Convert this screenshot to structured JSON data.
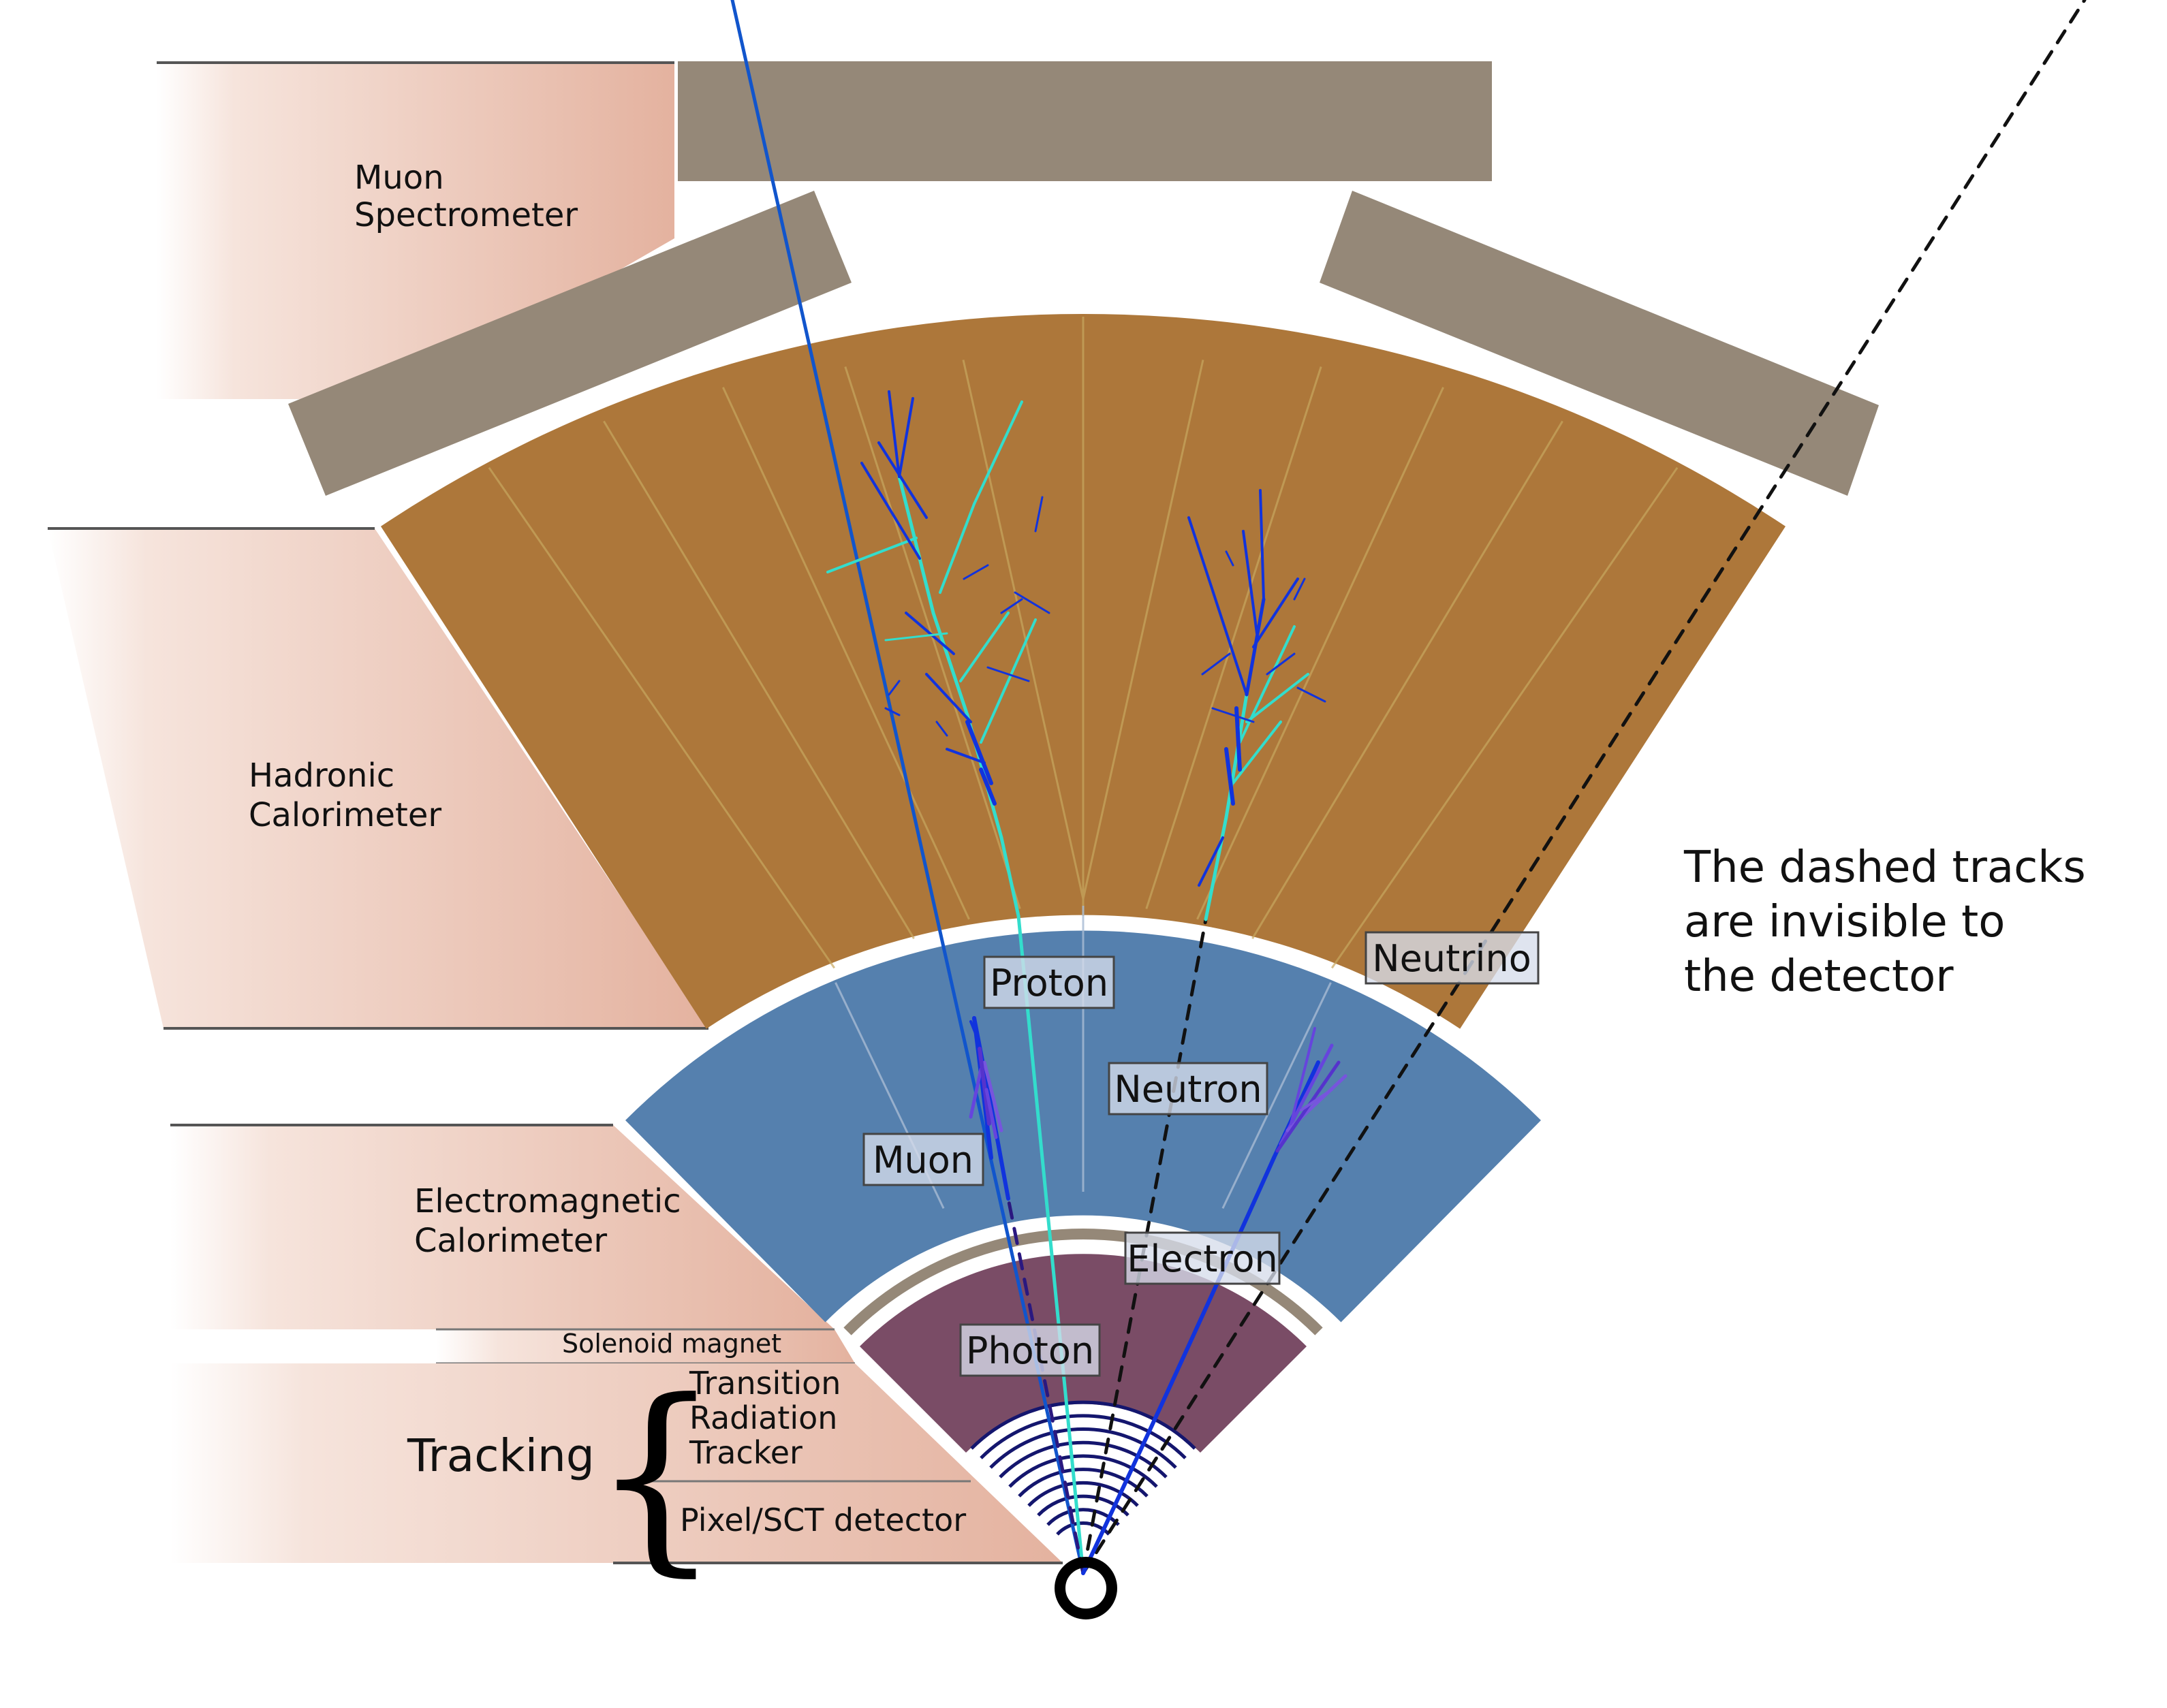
{
  "layers": {
    "muon_spectrometer": [
      "Muon",
      "Spectrometer"
    ],
    "hadronic_calorimeter": [
      "Hadronic",
      "Calorimeter"
    ],
    "em_calorimeter": [
      "Electromagnetic",
      "Calorimeter"
    ],
    "solenoid": "Solenoid magnet",
    "tracking": "Tracking",
    "trt": [
      "Transition",
      "Radiation",
      "Tracker"
    ],
    "pixel": "Pixel/SCT detector"
  },
  "particles": {
    "proton": "Proton",
    "neutrino": "Neutrino",
    "neutron": "Neutron",
    "muon": "Muon",
    "electron": "Electron",
    "photon": "Photon"
  },
  "note": [
    "The dashed tracks",
    "are invisible to",
    "the detector"
  ],
  "colors": {
    "muon_chamber": "#958878",
    "hadronic": "#AD773A",
    "em": "#5580AE",
    "inner": "#7A4C66",
    "label_band": "#E6B5A2",
    "track_dark": "#1133DD",
    "track_cyan": "#33DDCC",
    "track_muon": "#1155CC"
  },
  "icons": [
    "interaction-point-icon",
    "tracking-brace-icon"
  ]
}
